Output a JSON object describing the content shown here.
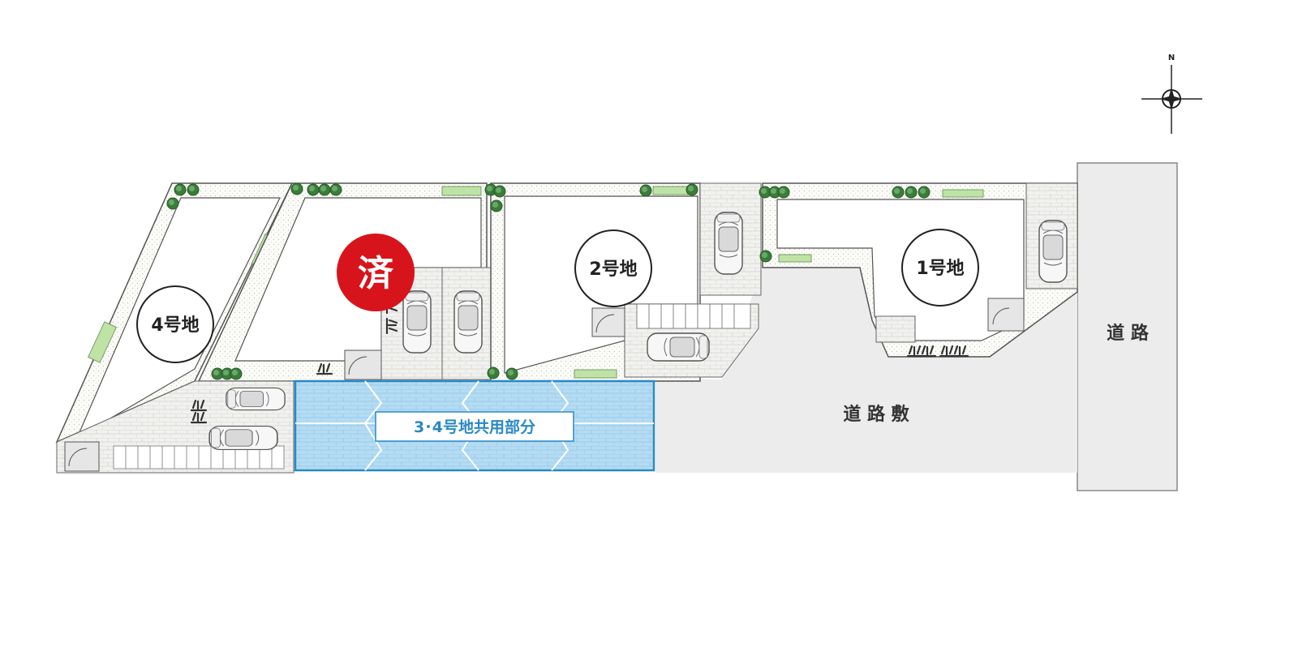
{
  "compass": {
    "north_label": "N"
  },
  "roads": {
    "main_road": "道 路",
    "road_area": "道 路 敷"
  },
  "lots": {
    "lot1": "1号地",
    "lot2": "2号地",
    "lot4": "4号地"
  },
  "shared_area": "3･4号地共用部分",
  "sold_badge": "済",
  "colors": {
    "sold_badge": "#d7141c",
    "shared_area_fill": "#b5dcf3",
    "shared_area_border": "#2a89c3",
    "road": "#ececec",
    "hedge": "#3a7d3a"
  }
}
